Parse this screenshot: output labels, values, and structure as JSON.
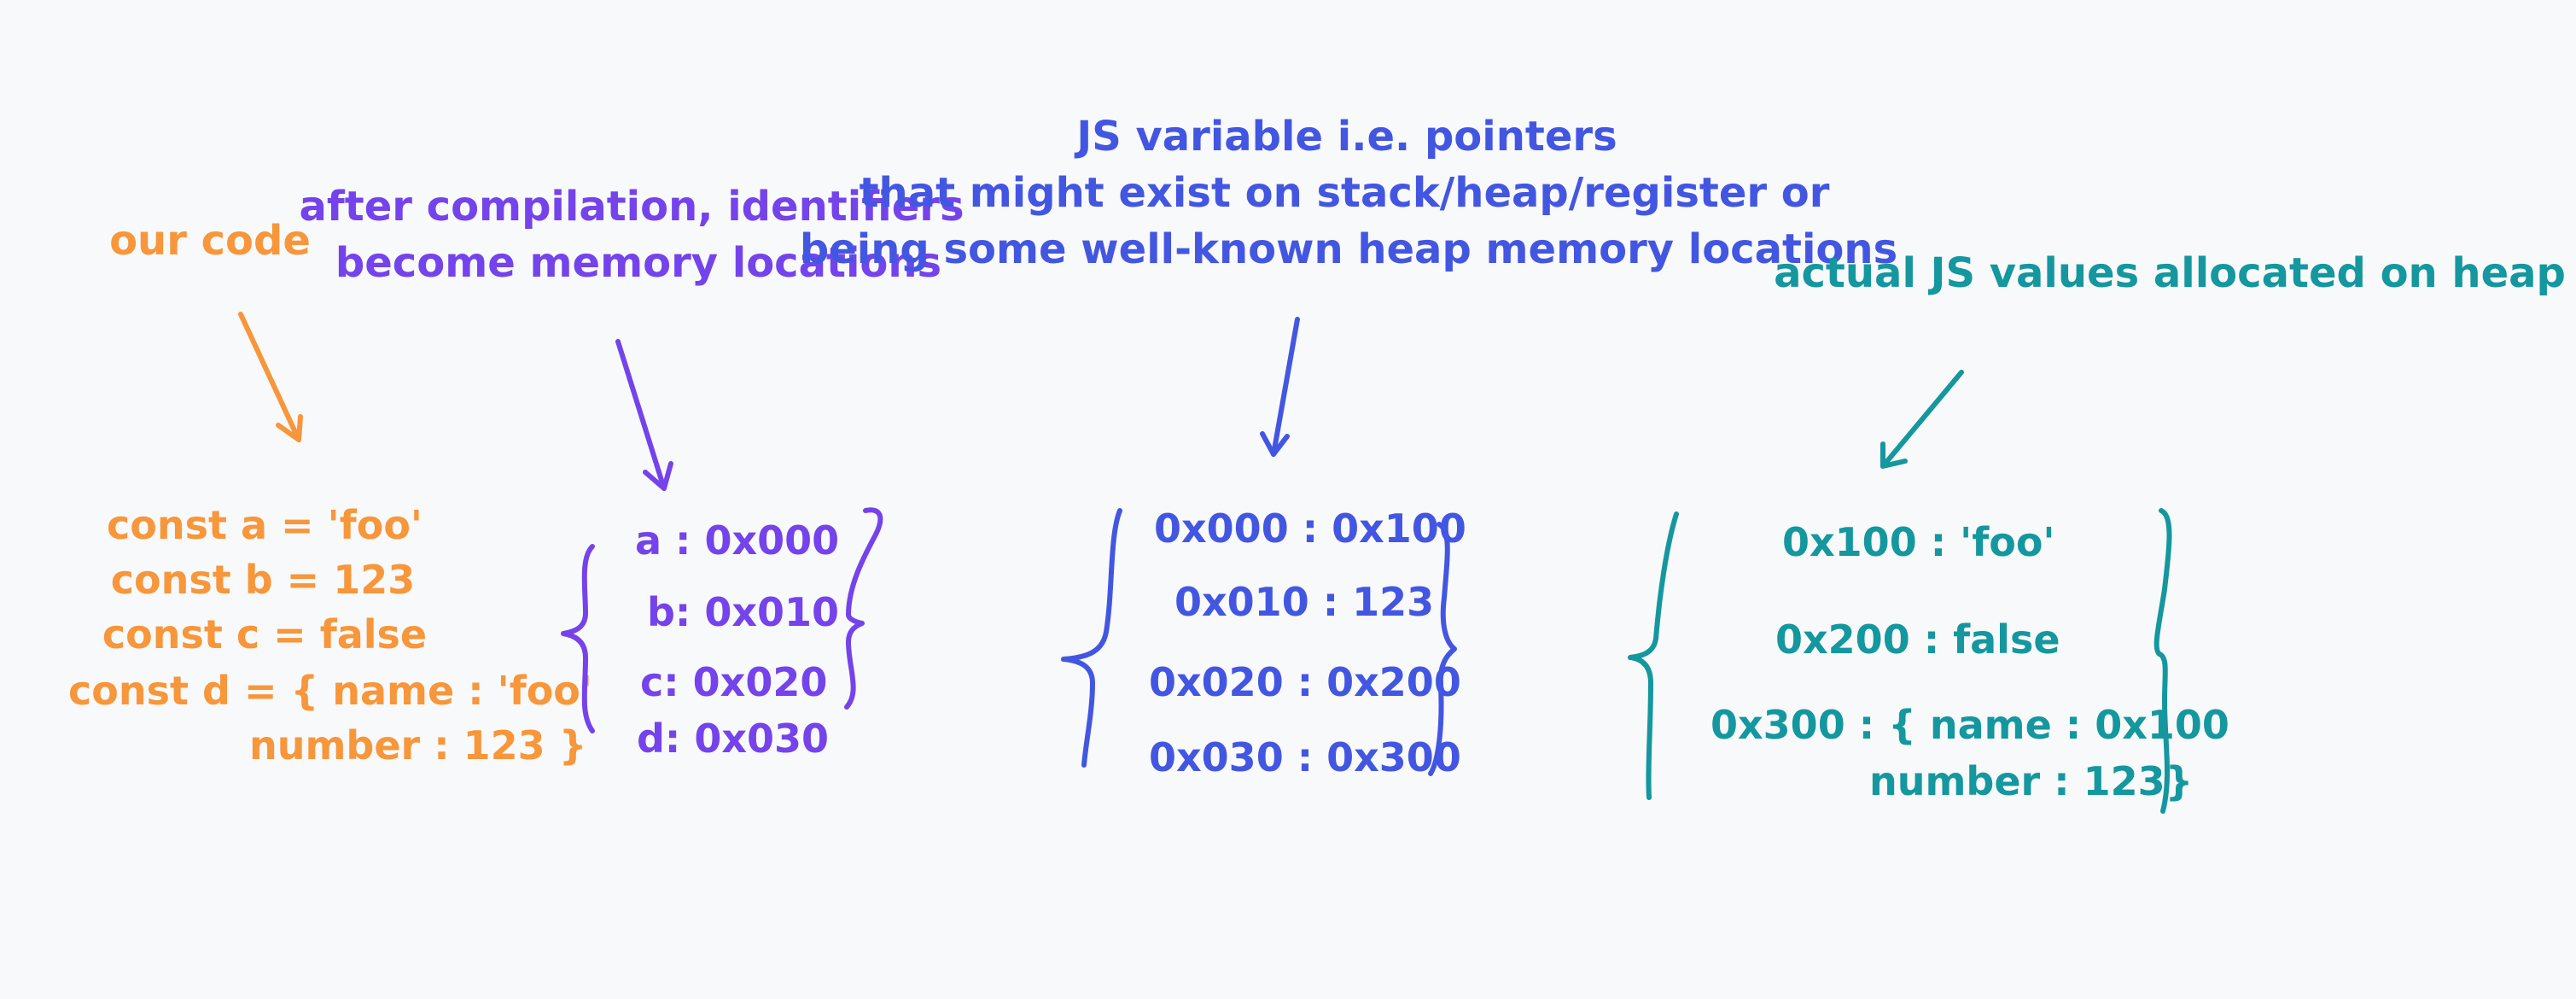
{
  "colors": {
    "background": "#f8f9fa",
    "code": "#f7963a",
    "identifiers": "#7443eb",
    "pointers": "#4356e2",
    "values": "#14979f"
  },
  "annotations": {
    "our_code": "our code",
    "compilation": [
      "after compilation, identifiers",
      "become memory locations"
    ],
    "pointers": [
      "JS variable  i.e. pointers",
      "that might exist on stack/heap/register or",
      "being some well-known heap memory locations"
    ],
    "heap_values": "actual JS values allocated on heap"
  },
  "code_lines": [
    "const a = 'foo'",
    "const b = 123",
    "const c = false",
    "const d = { name : 'foo'",
    "number : 123 }"
  ],
  "identifier_map": [
    "a : 0x000",
    "b: 0x010",
    "c: 0x020",
    "d: 0x030"
  ],
  "pointer_map": [
    "0x000 : 0x100",
    "0x010 : 123",
    "0x020 : 0x200",
    "0x030 : 0x300"
  ],
  "heap_values": [
    "0x100 : 'foo'",
    "0x200 : false",
    "0x300 : { name : 0x100",
    "number : 123}"
  ]
}
